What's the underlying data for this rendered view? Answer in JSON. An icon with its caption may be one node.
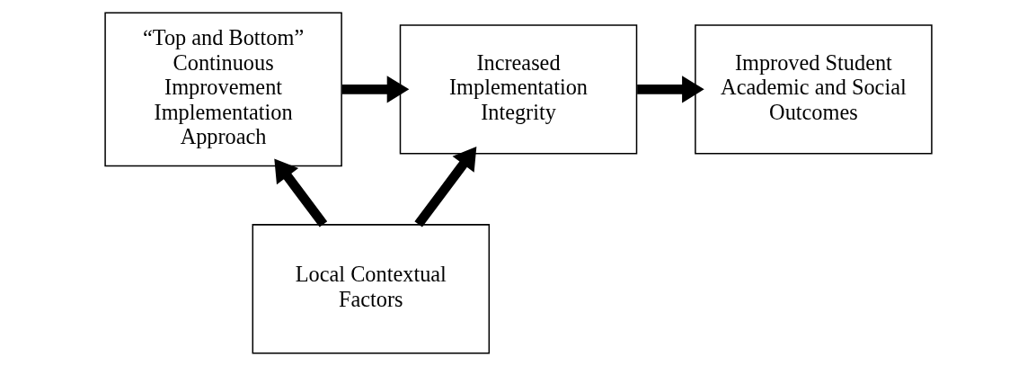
{
  "diagram": {
    "nodes": [
      {
        "text": [
          "“Top and Bottom” Continuous Improvement Implementation Approach"
        ]
      },
      {
        "text": [
          "Increased Implementation Integrity"
        ]
      },
      {
        "text": [
          "Improved Student Academic and Social Outcomes"
        ]
      },
      {
        "text": [
          "Local Contextual Factors"
        ]
      }
    ],
    "edges": [
      {
        "from": 0,
        "to": 1,
        "arrow": "to"
      },
      {
        "from": 1,
        "to": 2,
        "arrow": "to"
      },
      {
        "from": 3,
        "to": 0,
        "arrow": "to"
      },
      {
        "from": 3,
        "to": 1,
        "arrow": "to"
      }
    ]
  }
}
